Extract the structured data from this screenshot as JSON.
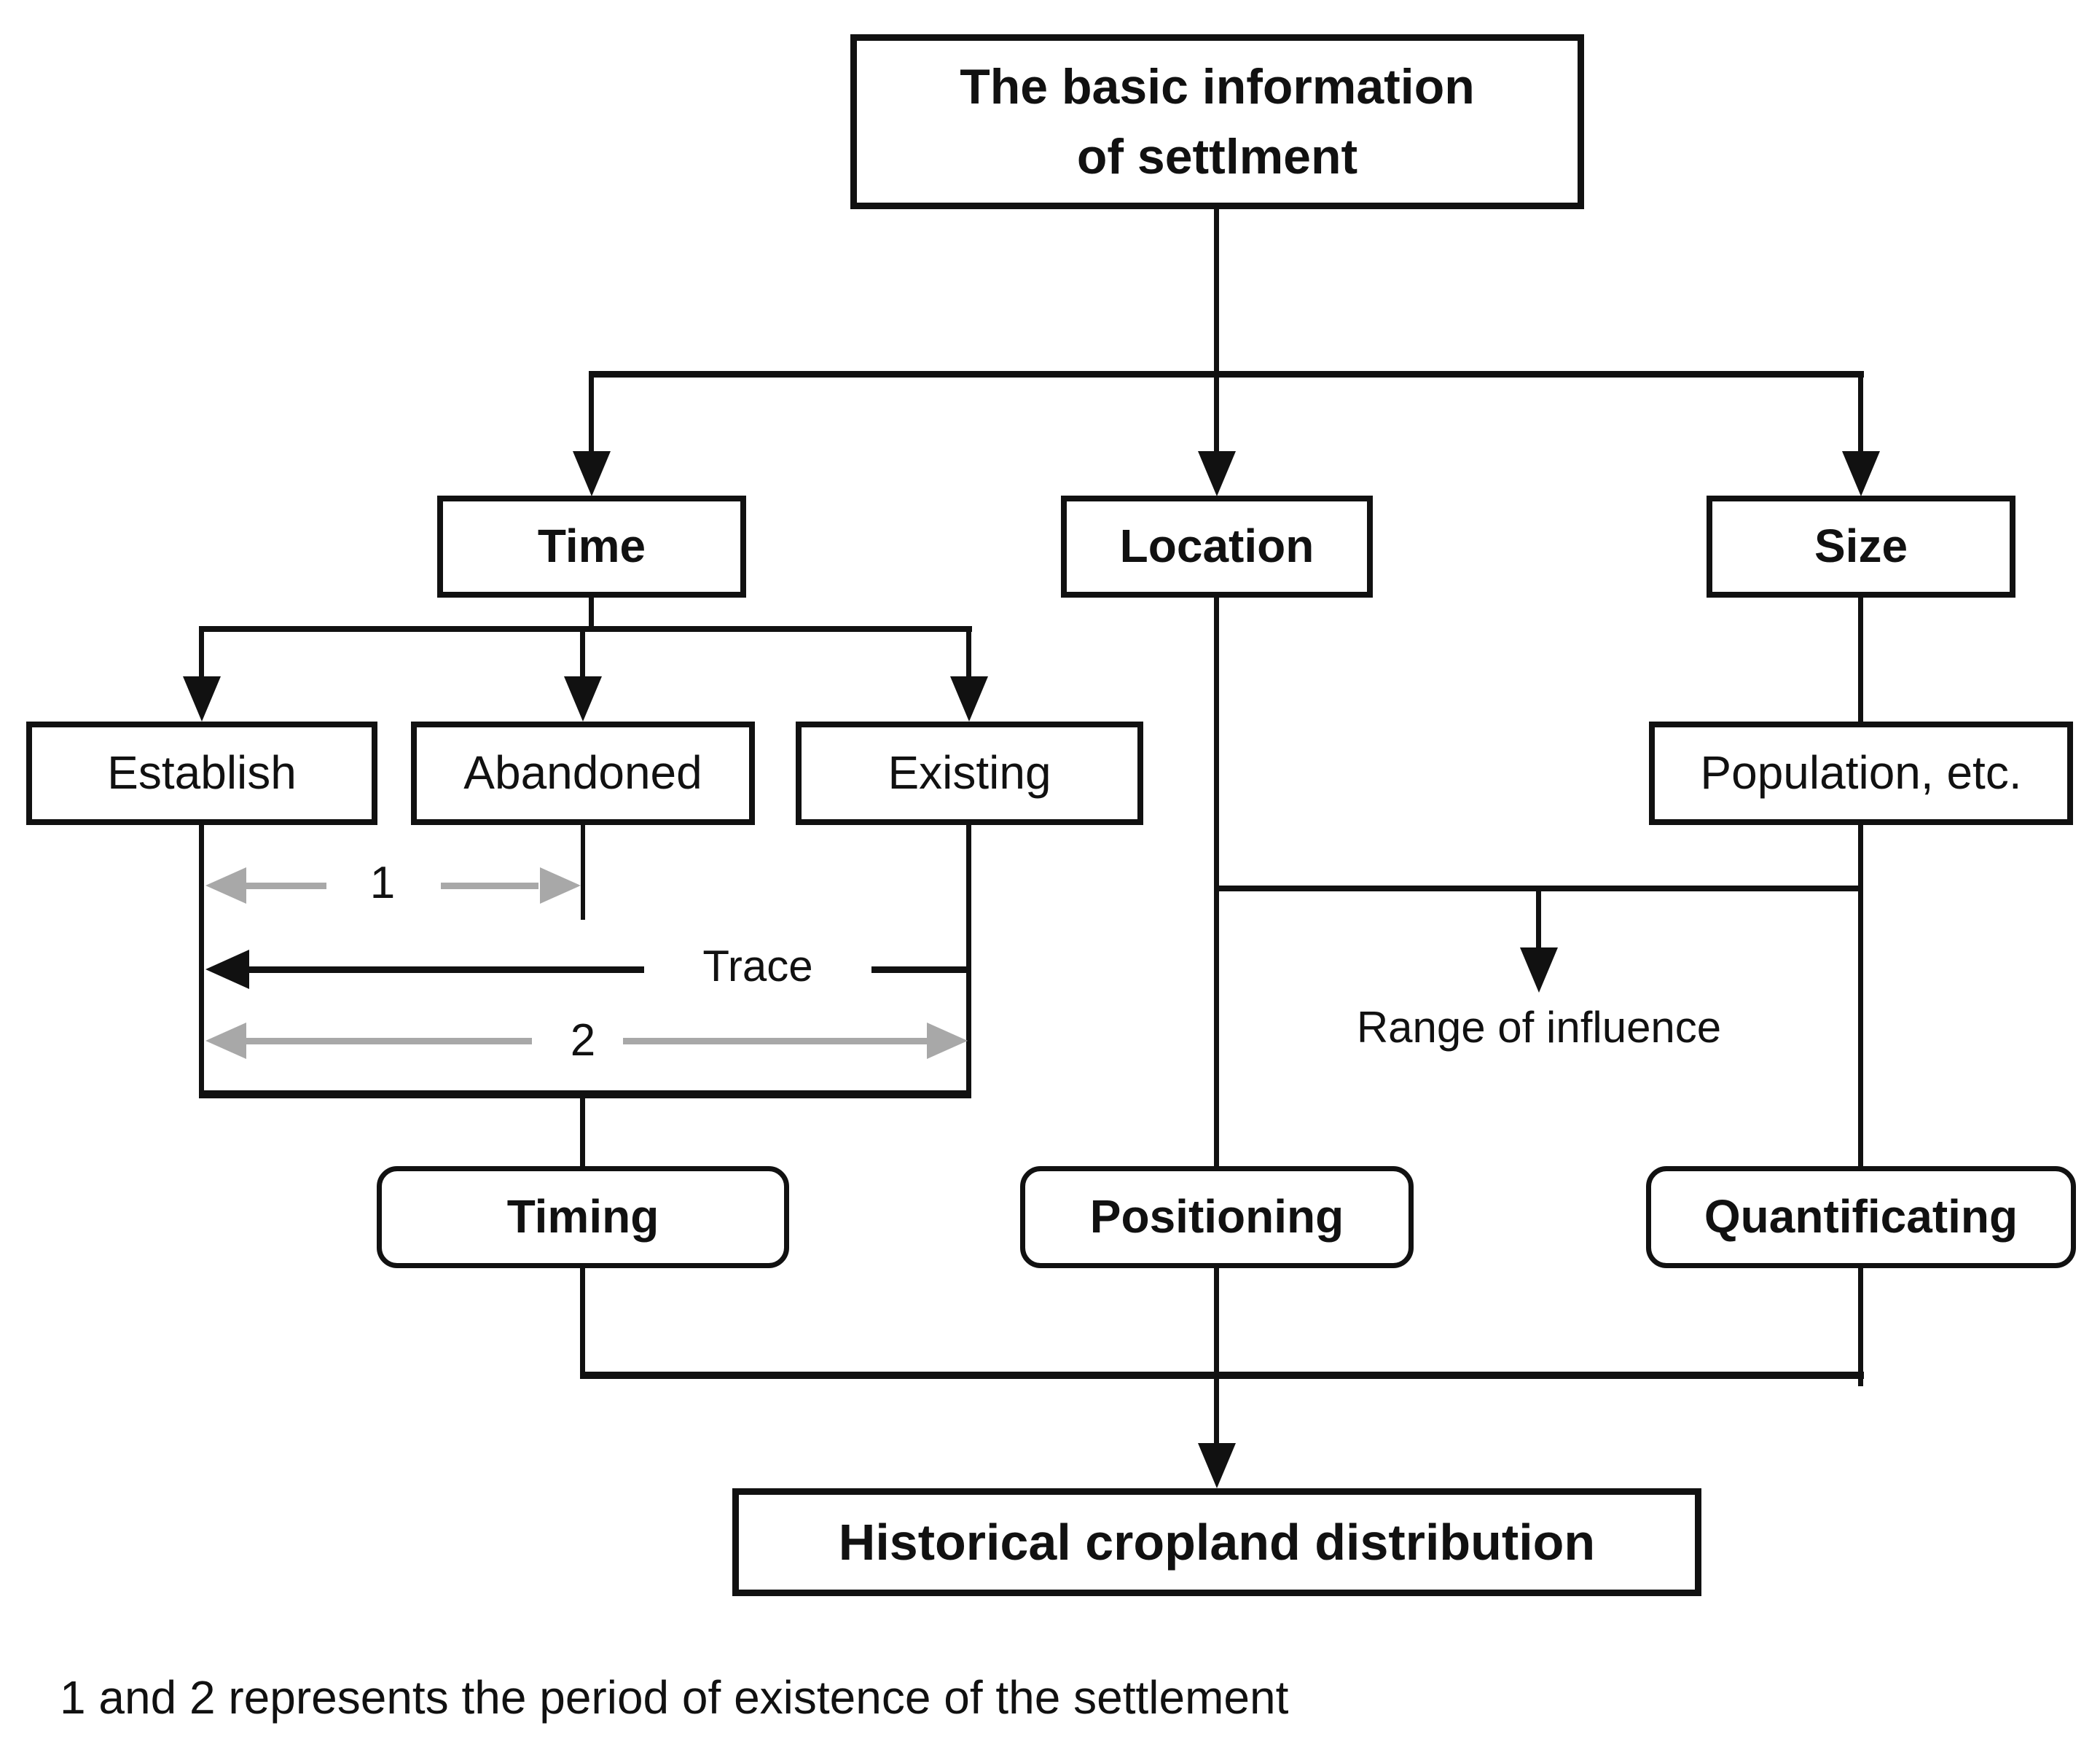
{
  "colors": {
    "line": "#111111",
    "gray": "#a8a8a8",
    "background": "#ffffff"
  },
  "diagram": {
    "root": {
      "lines": [
        "The basic information",
        "of settlment"
      ]
    },
    "branches": {
      "time": "Time",
      "location": "Location",
      "size": "Size"
    },
    "time_children": {
      "establish": "Establish",
      "abandoned": "Abandoned",
      "existing": "Existing"
    },
    "size_children": {
      "population": "Population, etc."
    },
    "timeline": {
      "arrow1_label": "1",
      "arrow2_label": "2",
      "trace_label": "Trace"
    },
    "range_label": "Range of influence",
    "process": {
      "timing": "Timing",
      "positioning": "Positioning",
      "quantificating": "Quantificating"
    },
    "output": "Historical cropland distribution",
    "footnote": "1 and 2 represents the period of existence of the settlement"
  }
}
